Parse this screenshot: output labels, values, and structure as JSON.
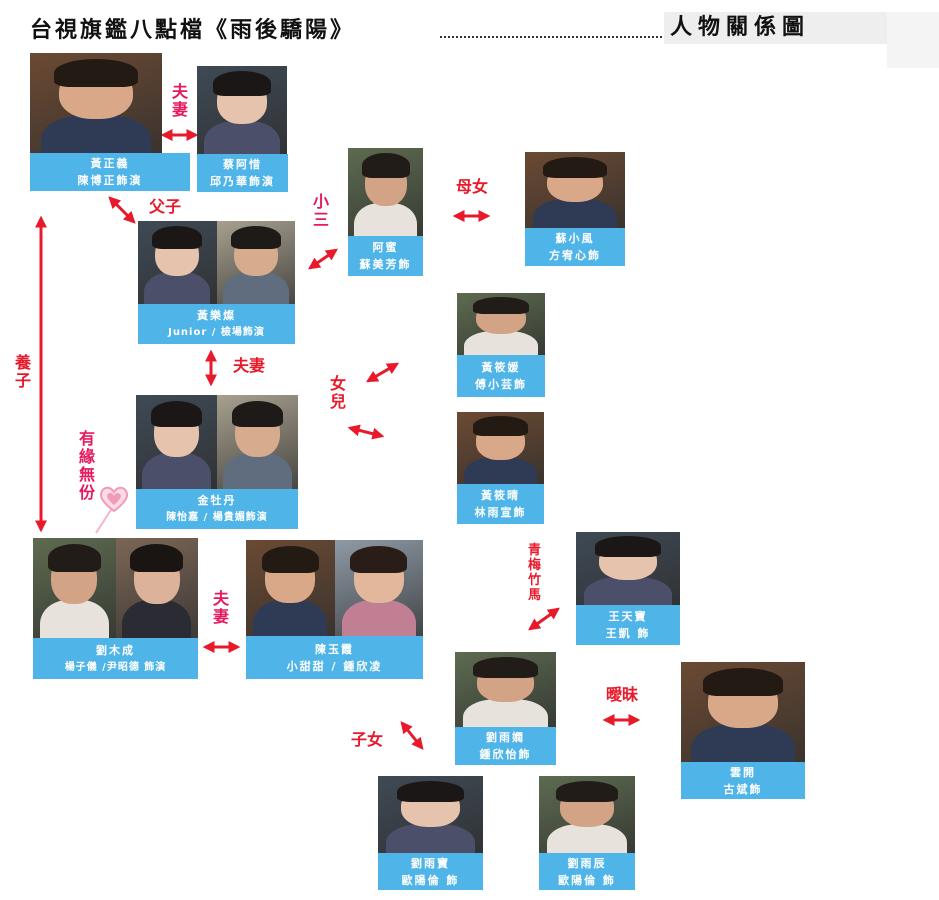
{
  "header": {
    "title": "台視旗鑑八點檔《雨後驕陽》",
    "subtitle": "人物關係圖"
  },
  "colors": {
    "caption_bg": "#4fb4e8",
    "relation_pink": "#e6185f",
    "relation_red": "#e8192b"
  },
  "characters": [
    {
      "id": "huang_zhengyi",
      "lines": [
        "黃正義",
        "陳博正飾演"
      ]
    },
    {
      "id": "cai_ahui",
      "lines": [
        "蔡阿惜",
        "邱乃華飾演"
      ]
    },
    {
      "id": "a_mi",
      "lines": [
        "阿蜜",
        "蘇美芳飾"
      ]
    },
    {
      "id": "su_xiaofeng",
      "lines": [
        "蘇小風",
        "方宥心飾"
      ]
    },
    {
      "id": "huang_lecan",
      "lines": [
        "黃樂燦",
        "Junior / 檢場飾演"
      ]
    },
    {
      "id": "huang_xiaoyuan",
      "lines": [
        "黃筱媛",
        "傅小芸飾"
      ]
    },
    {
      "id": "huang_xiaoqing",
      "lines": [
        "黃筱晴",
        "林雨宣飾"
      ]
    },
    {
      "id": "jin_mudan",
      "lines": [
        "金牡丹",
        "陳怡嘉 / 楊貴媚飾演"
      ]
    },
    {
      "id": "liu_mucheng",
      "lines": [
        "劉木成",
        "楊子儀 /尹昭德 飾演"
      ]
    },
    {
      "id": "chen_yuxia",
      "lines": [
        "陳玉霞",
        "小甜甜 / 鍾欣凌"
      ]
    },
    {
      "id": "wang_tianbao",
      "lines": [
        "王天寶",
        "王凱 飾"
      ]
    },
    {
      "id": "liu_yushan",
      "lines": [
        "劉雨嫻",
        "鍾欣怡飾"
      ]
    },
    {
      "id": "yun_kai",
      "lines": [
        "雲開",
        "古斌飾"
      ]
    },
    {
      "id": "liu_yubao",
      "lines": [
        "劉雨寶",
        "歐陽倫 飾"
      ]
    },
    {
      "id": "liu_yuchen",
      "lines": [
        "劉雨辰",
        "歐陽倫 飾"
      ]
    }
  ],
  "relations": {
    "couple_top": "夫妻",
    "father_son": "父子",
    "mistress": "小三",
    "mother_daughter": "母女",
    "couple_mid": "夫妻",
    "daughters": "女兒",
    "adopted_son": "養子",
    "fated_no_match": "有緣無份",
    "couple_bottom": "夫妻",
    "childhood_sweethearts": "青梅竹馬",
    "ambiguous": "曖昧",
    "children": "子女"
  }
}
